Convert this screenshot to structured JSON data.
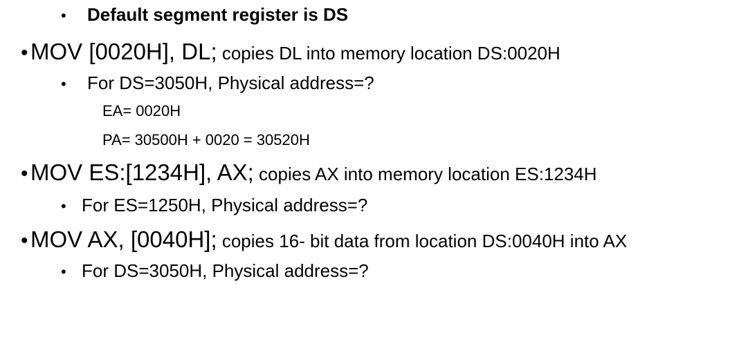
{
  "bullets": {
    "main": "•",
    "sub": "•"
  },
  "lines": {
    "default_segment": "Default segment register is DS",
    "mov1_code": "MOV [0020H], DL;",
    "mov1_desc": " copies DL into memory location DS:0020H",
    "mov1_question": "For DS=3050H, Physical address=?",
    "mov1_ea": "EA= 0020H",
    "mov1_pa": "PA= 30500H + 0020 = 30520H",
    "mov2_code": "MOV ES:[1234H], AX;",
    "mov2_desc": " copies AX into memory location ES:1234H",
    "mov2_question": "For ES=1250H, Physical address=?",
    "mov3_code": "MOV AX, [0040H];",
    "mov3_desc": " copies 16- bit data from location DS:0040H into AX",
    "mov3_question": "For DS=3050H, Physical address=?"
  }
}
